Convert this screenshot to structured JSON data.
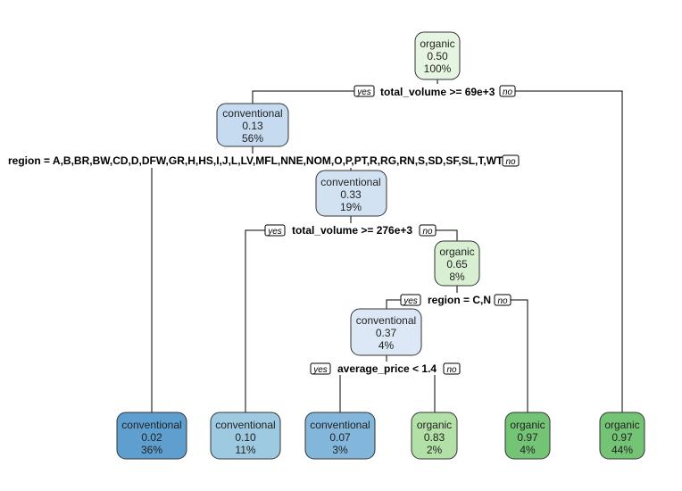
{
  "yes_label": "yes",
  "no_label": "no",
  "nodes": {
    "root": {
      "class": "organic",
      "prob": "0.50",
      "pct": "100%",
      "fill": "#e6f5e1"
    },
    "n2": {
      "class": "conventional",
      "prob": "0.13",
      "pct": "56%",
      "fill": "#c6dbef"
    },
    "n5": {
      "class": "conventional",
      "prob": "0.33",
      "pct": "19%",
      "fill": "#d3e2f3"
    },
    "n11": {
      "class": "organic",
      "prob": "0.65",
      "pct": "8%",
      "fill": "#d8efd2"
    },
    "n22": {
      "class": "conventional",
      "prob": "0.37",
      "pct": "4%",
      "fill": "#dce8f5"
    },
    "leaf1": {
      "class": "conventional",
      "prob": "0.02",
      "pct": "36%",
      "fill": "#5e9fd0"
    },
    "leaf2": {
      "class": "conventional",
      "prob": "0.10",
      "pct": "11%",
      "fill": "#9ecae1"
    },
    "leaf3": {
      "class": "conventional",
      "prob": "0.07",
      "pct": "3%",
      "fill": "#82b6da"
    },
    "leaf4": {
      "class": "organic",
      "prob": "0.83",
      "pct": "2%",
      "fill": "#b3e0a7"
    },
    "leaf5": {
      "class": "organic",
      "prob": "0.97",
      "pct": "4%",
      "fill": "#74c476"
    },
    "leaf6": {
      "class": "organic",
      "prob": "0.97",
      "pct": "44%",
      "fill": "#74c476"
    }
  },
  "splits": {
    "s_root": "total_volume >= 69e+3",
    "s_n2": "region = A,B,BR,BW,CD,D,DFW,GR,H,HS,I,J,L,LV,MFL,NNE,NOM,O,P,PT,R,RG,RN,S,SD,SF,SL,T,WTNM",
    "s_n5": "total_volume >= 276e+3",
    "s_n11": "region = C,N",
    "s_n22": "average_price < 1.4"
  }
}
